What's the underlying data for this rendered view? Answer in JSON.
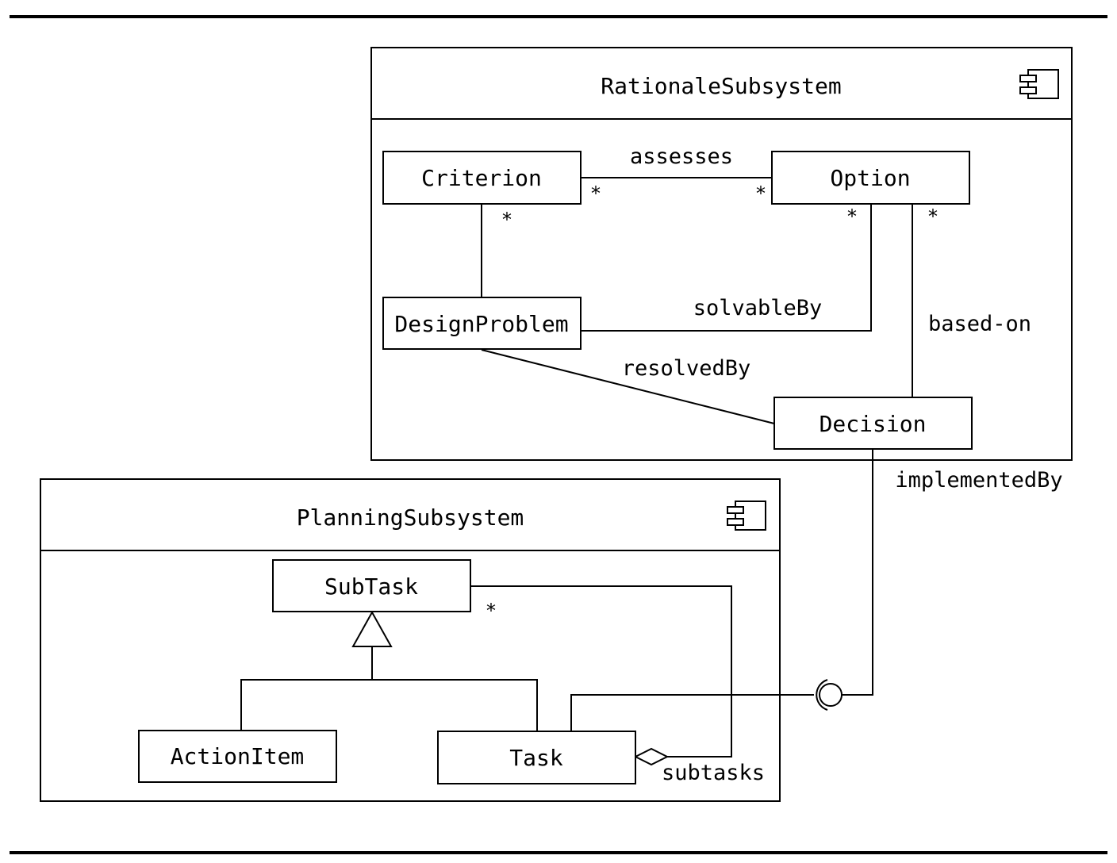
{
  "rationale_subsystem": {
    "title": "RationaleSubsystem",
    "classes": {
      "criterion": "Criterion",
      "option": "Option",
      "design_problem": "DesignProblem",
      "decision": "Decision"
    },
    "associations": {
      "assesses": "assesses",
      "solvable_by": "solvableBy",
      "based_on": "based-on",
      "resolved_by": "resolvedBy"
    },
    "multiplicities": {
      "criterion_assesses": "*",
      "option_assesses": "*",
      "criterion_design_problem": "*",
      "option_solvable_by": "*",
      "option_based_on": "*"
    }
  },
  "planning_subsystem": {
    "title": "PlanningSubsystem",
    "classes": {
      "subtask": "SubTask",
      "action_item": "ActionItem",
      "task": "Task"
    },
    "associations": {
      "subtasks": "subtasks"
    },
    "multiplicities": {
      "subtask_subtasks": "*"
    }
  },
  "interface_link": {
    "implemented_by": "implementedBy"
  }
}
